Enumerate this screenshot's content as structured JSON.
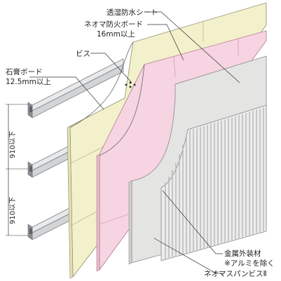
{
  "labels": {
    "membrane": "透湿防水シート",
    "fire_board_line1": "ネオマ防火ボード",
    "fire_board_line2": "16mm以上",
    "screw": "ビス",
    "gypsum_line1": "石膏ボード",
    "gypsum_line2": "12.5mm以上",
    "metal_cladding_line1": "金属外装材",
    "metal_cladding_line2": "※アルミを除く",
    "panel_screw": "ネオマスパンビスⅡ"
  },
  "dimensions": {
    "upper": "910以下",
    "lower": "910以下"
  },
  "colors": {
    "gypsum": "#f3f0cc",
    "gypsum_shade": "#e3dfb3",
    "neoma": "#f7d4e1",
    "neoma_shade": "#e8bccd",
    "membrane": "#e4e4e2",
    "membrane_shade": "#cfcfcc",
    "metal": "#ececec",
    "metal_rib": "#b7b7b7",
    "stud": "#d2d4d6",
    "stud_dark": "#8a8d91"
  }
}
